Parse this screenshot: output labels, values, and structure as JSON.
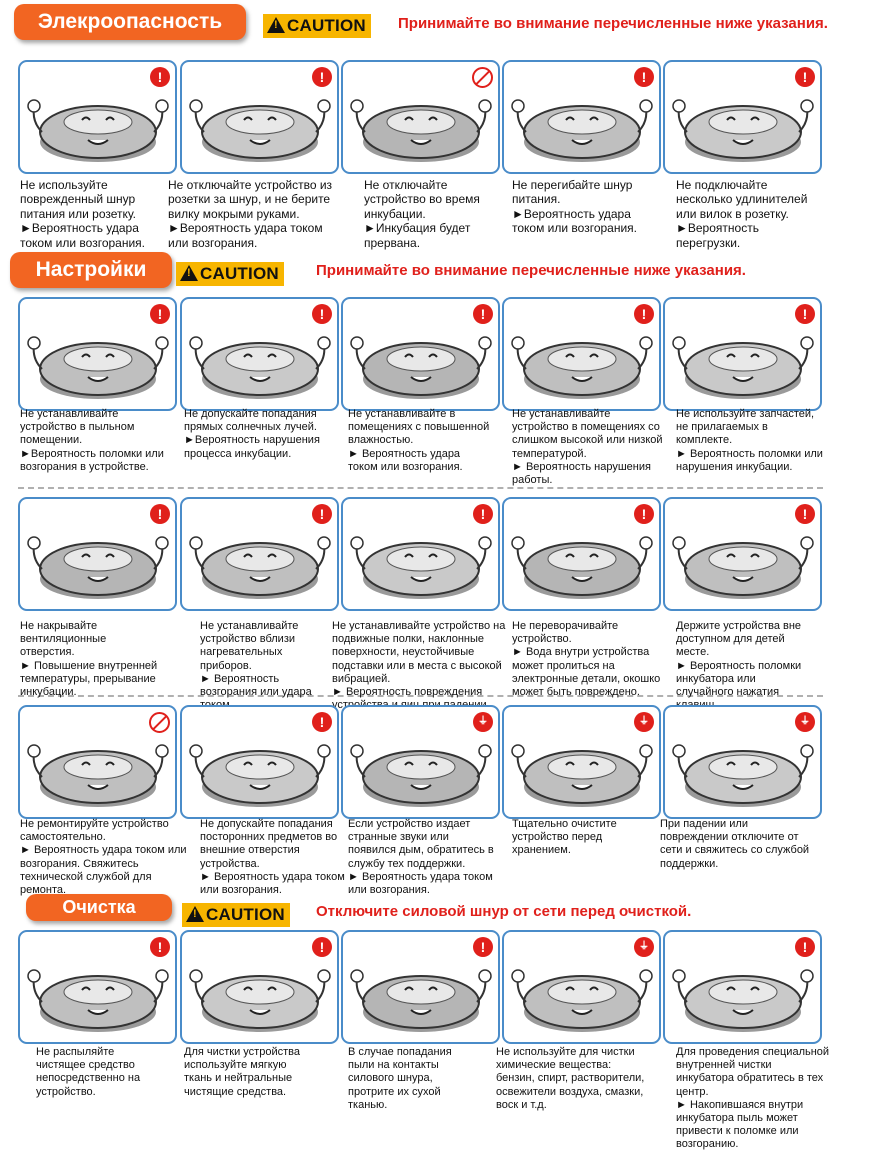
{
  "sections": {
    "electric": {
      "title": "Элекроопасность",
      "caution": "CAUTION",
      "note": "Принимайте во внимание перечисленные ниже указания."
    },
    "settings": {
      "title": "Настройки",
      "caution": "CAUTION",
      "note": "Принимайте во внимание перечисленные ниже указания."
    },
    "cleaning": {
      "title": "Очистка",
      "caution": "CAUTION",
      "note": "Отключите силовой шнур от сети перед очисткой."
    }
  },
  "badges": {
    "warning": "!",
    "prohibit": "",
    "unplug": "⏚"
  },
  "row1": [
    {
      "icon": "damaged-socket-icon",
      "badge": "warning",
      "caption": "Не используйте\nповрежденный шнур\nпитания или розетку.\n►Вероятность удара\nтоком или возгорания."
    },
    {
      "icon": "wet-hands-plug-icon",
      "badge": "warning",
      "caption": "Не отключайте устройство из\nрозетки за шнур, и не берите\nвилку мокрыми руками.\n►Вероятность удара током\nили возгорания."
    },
    {
      "icon": "unplug-incubating-icon",
      "badge": "prohibit",
      "caption": "Не отключайте\nустройство во время\nинкубации.\n►Инкубация будет\nпрервана."
    },
    {
      "icon": "bent-cord-icon",
      "badge": "warning",
      "caption": "Не перегибайте шнур\nпитания.\n►Вероятность удара\nтоком или возгорания."
    },
    {
      "icon": "extension-cord-icon",
      "badge": "warning",
      "caption": "Не подключайте\nнесколько удлинителей\nили вилок в розетку.\n►Вероятность\nперегрузки."
    }
  ],
  "row2": [
    {
      "icon": "dusty-room-icon",
      "badge": "warning",
      "caption": "Не устанавливайте\nустройство в пыльном\nпомещении.\n►Вероятность поломки или\nвозгорания в устройстве."
    },
    {
      "icon": "direct-sunlight-icon",
      "badge": "warning",
      "caption": "Не допускайте попадания\nпрямых солнечных лучей.\n►Вероятность нарушения\nпроцесса инкубации."
    },
    {
      "icon": "humidity-icon",
      "badge": "warning",
      "caption": "Не устанавливайте в\nпомещениях с повышенной\nвлажностью.\n► Вероятность удара\nтоком или возгорания."
    },
    {
      "icon": "temperature-extremes-icon",
      "badge": "warning",
      "caption": "Не устанавливайте\nустройство в помещениях со\nслишком высокой или низкой\nтемпературой.\n► Вероятность нарушения\nработы."
    },
    {
      "icon": "foreign-parts-icon",
      "badge": "warning",
      "caption": "Не используйте запчастей,\nне прилагаемых в\nкомплекте.\n► Вероятность поломки или\nнарушения инкубации."
    }
  ],
  "row3": [
    {
      "icon": "covered-vents-icon",
      "badge": "warning",
      "caption": "Не   накрывайте\nвентиляционные\nотверстия.\n► Повышение внутренней\nтемпературы, прерывание\nинкубации."
    },
    {
      "icon": "heater-nearby-icon",
      "badge": "warning",
      "caption": "Не устанавливайте\nустройство вблизи\nнагревательных\nприборов.\n► Вероятность\nвозгорания или удара\nтоком."
    },
    {
      "icon": "unstable-shelf-icon",
      "badge": "warning",
      "caption": "Не устанавливайте устройство на\nподвижные полки, наклонные\nповерхности, неустойчивые\nподставки или в места с высокой\nвибрацией.\n► Вероятность повреждения\nустройства и яиц при падении."
    },
    {
      "icon": "upside-down-icon",
      "badge": "warning",
      "caption": "Не переворачивайте\nустройство.\n► Вода внутри устройства\nможет пролиться на\nэлектронные детали, окошко\nможет быть повреждено."
    },
    {
      "icon": "child-reach-icon",
      "badge": "warning",
      "caption": "Держите устройства вне\nдоступном для детей\nместе.\n► Вероятность поломки\nинкубатора или\nслучайного нажатия\nклавиш."
    }
  ],
  "row4": [
    {
      "icon": "self-repair-icon",
      "badge": "prohibit",
      "caption": "Не ремонтируйте устройство\nсамостоятельно.\n► Вероятность удара током или\nвозгорания. Свяжитесь\nтехнической службой для\nремонта."
    },
    {
      "icon": "foreign-objects-icon",
      "badge": "warning",
      "caption": "Не допускайте попадания\nпосторонних предметов во\nвнешние отверстия\nустройства.\n► Вероятность удара током\nили возгорания."
    },
    {
      "icon": "strange-noise-icon",
      "badge": "unplug",
      "caption": "Если устройство издает\nстранные звуки или\nпоявился дым, обратитесь в\nслужбу тех поддержки.\n► Вероятность удара током\nили возгорания."
    },
    {
      "icon": "clean-before-storage-icon",
      "badge": "unplug",
      "caption": "Тщательно очистите\nустройство перед\nхранением."
    },
    {
      "icon": "fallen-device-icon",
      "badge": "unplug",
      "caption": "При падении или\nповреждении отключите от\nсети и свяжитесь со службой\nподдержки."
    }
  ],
  "row5": [
    {
      "icon": "spray-cleaner-icon",
      "badge": "warning",
      "caption": "Не распыляйте\nчистящее средство\nнепосредственно на\nустройство."
    },
    {
      "icon": "soft-cloth-icon",
      "badge": "warning",
      "caption": "Для чистки устройства\nиспользуйте мягкую\nткань и нейтральные\nчистящие средства."
    },
    {
      "icon": "dusty-plug-icon",
      "badge": "warning",
      "caption": "В случае попадания\nпыли на контакты\nсилового шнура,\nпротрите их сухой\nтканью."
    },
    {
      "icon": "no-chemicals-icon",
      "badge": "unplug",
      "caption": "Не используйте для чистки\nхимические вещества:\nбензин, спирт, растворители,\nосвежители воздуха, смазки,\nвоск и т.д."
    },
    {
      "icon": "internal-cleaning-icon",
      "badge": "warning",
      "caption": "Для проведения специальной\nвнутренней чистки\nинкубатора обратитесь в тех\nцентр.\n► Накопившаяся внутри\nинкубатора пыль может\nпривести к поломке или\nвозгоранию."
    }
  ]
}
